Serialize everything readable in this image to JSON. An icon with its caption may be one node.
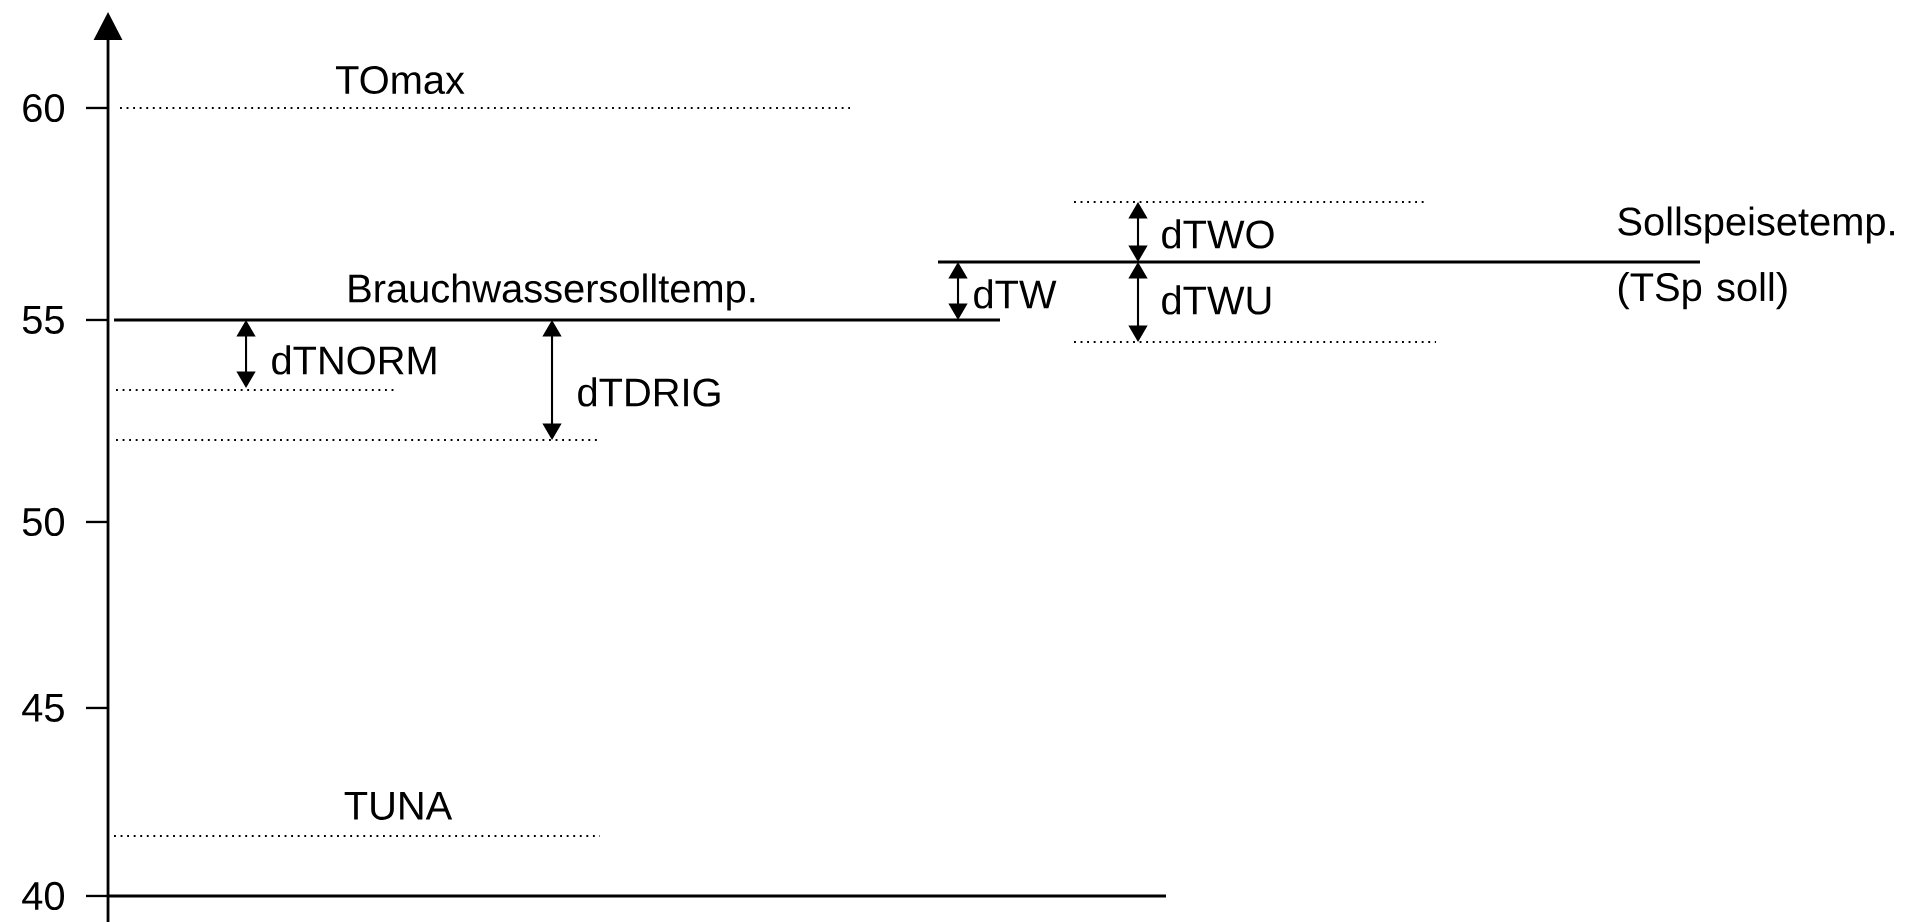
{
  "diagram": {
    "labels": [
      "TOmax",
      "60",
      "dTWO",
      "Sollspeisetemp. (TSp soll)",
      "Brauchwassersolltemp.",
      "dTW",
      "dTWU",
      "55",
      "dTNORM",
      "dTDRIG",
      "50",
      "45",
      "TUNA",
      "40"
    ]
  }
}
